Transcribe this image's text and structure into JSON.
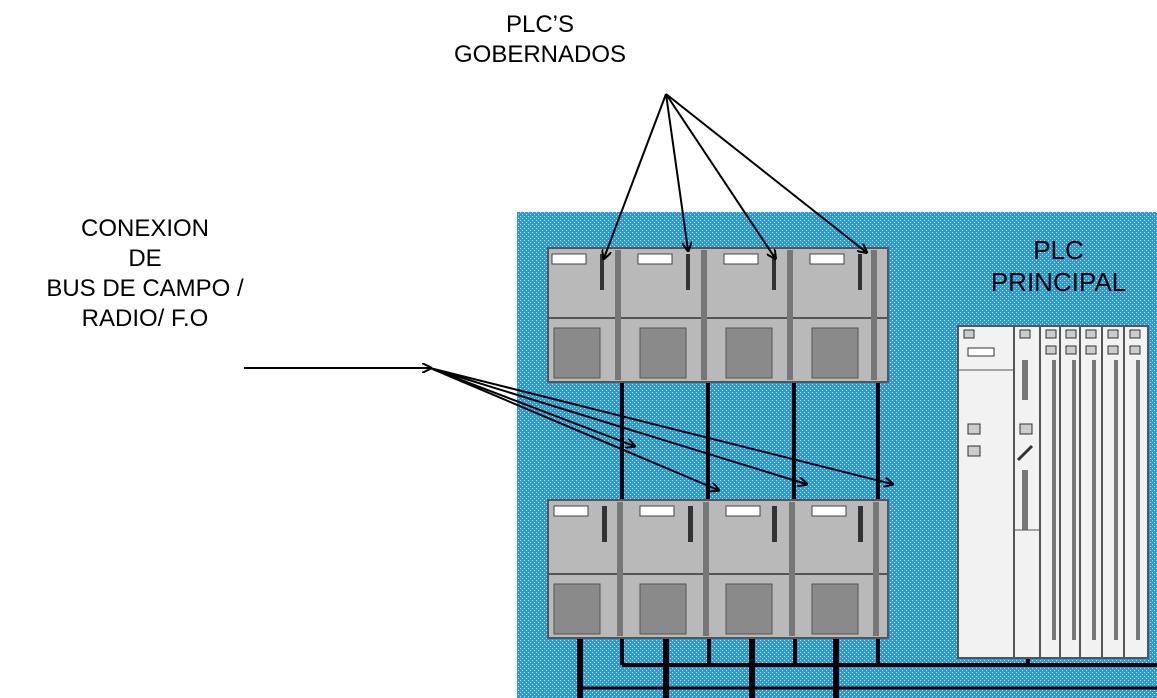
{
  "colors": {
    "panel": "#2e9ad0",
    "panel_dots": "#bfe3f5",
    "module_body": "#b9b9b9",
    "module_dark": "#8a8a8a",
    "cabinet": "#f2f2f2",
    "line": "#000000"
  },
  "labels": {
    "plcs_gobernados": [
      "PLC’S",
      "GOBERNADOS"
    ],
    "conexion": [
      "CONEXION",
      "DE",
      "BUS DE CAMPO /",
      "RADIO/ F.O"
    ],
    "plc_principal": [
      "PLC",
      "PRINCIPAL"
    ]
  },
  "diagram": {
    "governed_plc_count_top": 4,
    "governed_plc_count_bottom": 4
  }
}
